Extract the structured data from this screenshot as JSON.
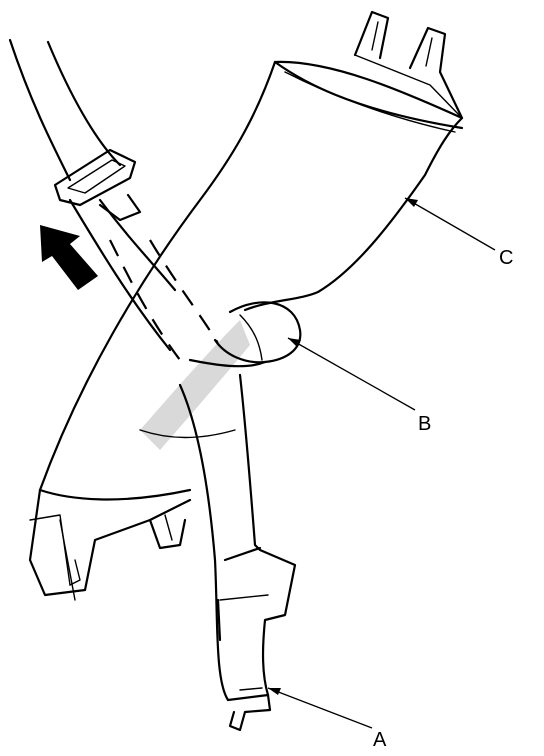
{
  "callouts": {
    "a": "A",
    "b": "B",
    "c": "C"
  },
  "icons": {
    "direction_arrow": "removal-direction-arrow-icon"
  }
}
